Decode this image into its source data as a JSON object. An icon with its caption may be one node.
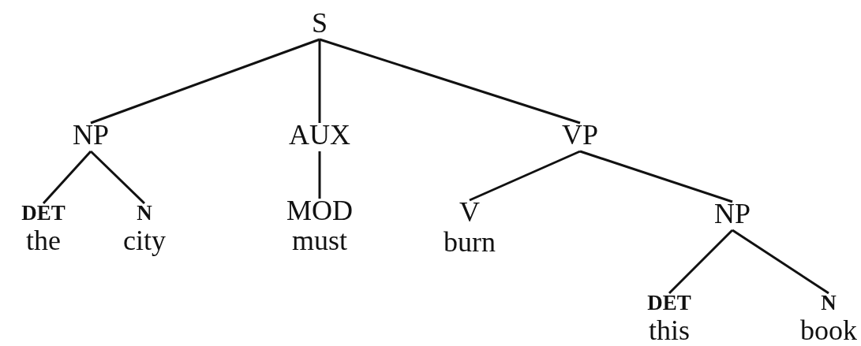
{
  "diagram": {
    "nodes": [
      {
        "text": [
          "S"
        ]
      },
      {
        "text": [
          "NP"
        ]
      },
      {
        "text": [
          "AUX"
        ]
      },
      {
        "text": [
          "VP"
        ]
      },
      {
        "text": [
          "DET",
          "the"
        ]
      },
      {
        "text": [
          "N",
          "city"
        ]
      },
      {
        "text": [
          "MOD",
          "must"
        ]
      },
      {
        "text": [
          "V",
          "burn"
        ]
      },
      {
        "text": [
          "NP"
        ]
      },
      {
        "text": [
          "DET",
          "this"
        ]
      },
      {
        "text": [
          "N",
          "book"
        ]
      }
    ],
    "edges": [
      {
        "from": 0,
        "to": 1,
        "arrow": "none"
      },
      {
        "from": 0,
        "to": 2,
        "arrow": "none"
      },
      {
        "from": 0,
        "to": 3,
        "arrow": "none"
      },
      {
        "from": 1,
        "to": 4,
        "arrow": "none"
      },
      {
        "from": 1,
        "to": 5,
        "arrow": "none"
      },
      {
        "from": 2,
        "to": 6,
        "arrow": "none"
      },
      {
        "from": 3,
        "to": 7,
        "arrow": "none"
      },
      {
        "from": 3,
        "to": 8,
        "arrow": "none"
      },
      {
        "from": 8,
        "to": 9,
        "arrow": "none"
      },
      {
        "from": 8,
        "to": 10,
        "arrow": "none"
      }
    ]
  }
}
